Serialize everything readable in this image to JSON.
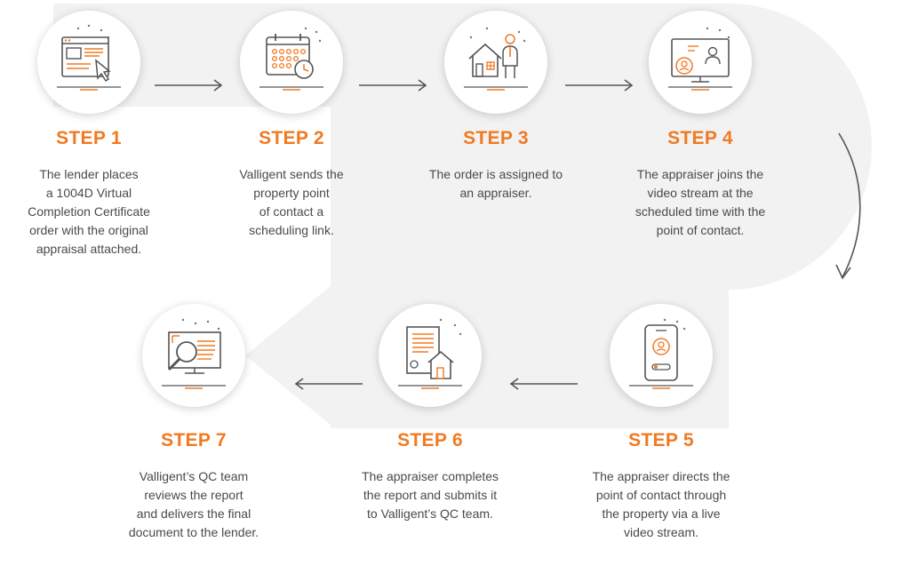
{
  "colors": {
    "accent": "#f07a22",
    "icon": "#555555",
    "band": "#f2f2f2",
    "text": "#4a4a4a"
  },
  "steps": [
    {
      "title": "STEP 1",
      "description": "The lender places\na 1004D Virtual\nCompletion Certificate\norder with the original\nappraisal attached.",
      "icon": "browser-cursor-icon"
    },
    {
      "title": "STEP 2",
      "description": "Valligent sends the\nproperty point\nof contact a\nscheduling link.",
      "icon": "calendar-clock-icon"
    },
    {
      "title": "STEP 3",
      "description": "The order is assigned to\nan appraiser.",
      "icon": "house-appraiser-icon"
    },
    {
      "title": "STEP 4",
      "description": "The appraiser joins the\nvideo stream at the\nscheduled time with the\npoint of contact.",
      "icon": "video-call-monitor-icon"
    },
    {
      "title": "STEP 5",
      "description": "The appraiser directs the\npoint of contact through\nthe property via a live\nvideo stream.",
      "icon": "phone-video-icon"
    },
    {
      "title": "STEP 6",
      "description": "The appraiser completes\nthe report and submits it\nto Valligent’s QC team.",
      "icon": "report-house-icon"
    },
    {
      "title": "STEP 7",
      "description": "Valligent’s QC team\nreviews the report\nand delivers the final\ndocument to the lender.",
      "icon": "magnifier-monitor-icon"
    }
  ]
}
